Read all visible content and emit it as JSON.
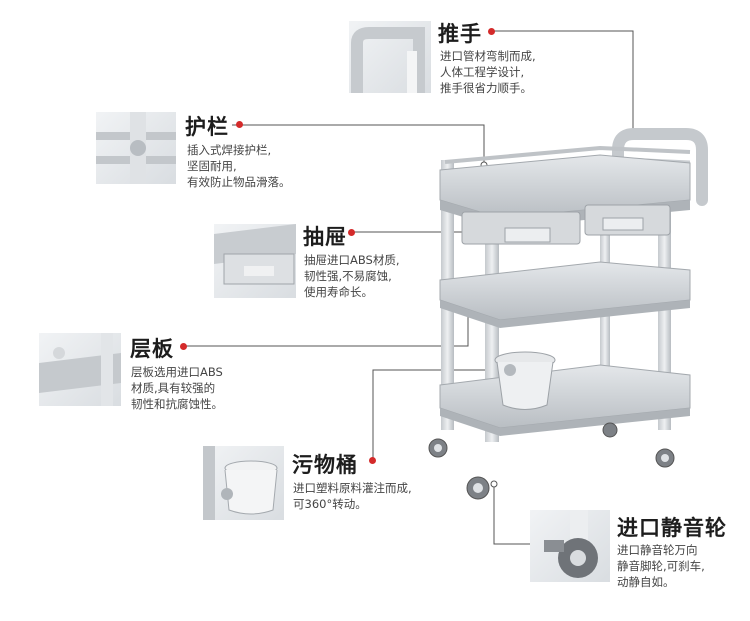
{
  "features": [
    {
      "id": "handle",
      "title": "推手",
      "lines": [
        "进口管材弯制而成,",
        "人体工程学设计,",
        "推手很省力顺手。"
      ],
      "thumb_icon": "handle-closeup-image"
    },
    {
      "id": "guardrail",
      "title": "护栏",
      "lines": [
        "插入式焊接护栏,",
        "坚固耐用,",
        "有效防止物品滑落。"
      ],
      "thumb_icon": "guardrail-closeup-image"
    },
    {
      "id": "drawer",
      "title": "抽屉",
      "lines": [
        "抽屉进口ABS材质,",
        "韧性强,不易腐蚀,",
        "使用寿命长。"
      ],
      "thumb_icon": "drawer-closeup-image"
    },
    {
      "id": "shelf",
      "title": "层板",
      "lines": [
        "层板选用进口ABS",
        "材质,具有较强的",
        "韧性和抗腐蚀性。"
      ],
      "thumb_icon": "shelf-closeup-image"
    },
    {
      "id": "bucket",
      "title": "污物桶",
      "lines": [
        "进口塑料原料灌注而成,",
        "可360°转动。"
      ],
      "thumb_icon": "bucket-closeup-image"
    },
    {
      "id": "caster",
      "title": "进口静音轮",
      "lines": [
        "进口静音轮万向",
        "静音脚轮,可刹车,",
        "动静自如。"
      ],
      "thumb_icon": "caster-closeup-image"
    }
  ],
  "colors": {
    "accent": "#d42a2a",
    "line": "#555555",
    "cart": "#c9cdd1",
    "cart_dark": "#a4a9ae"
  }
}
